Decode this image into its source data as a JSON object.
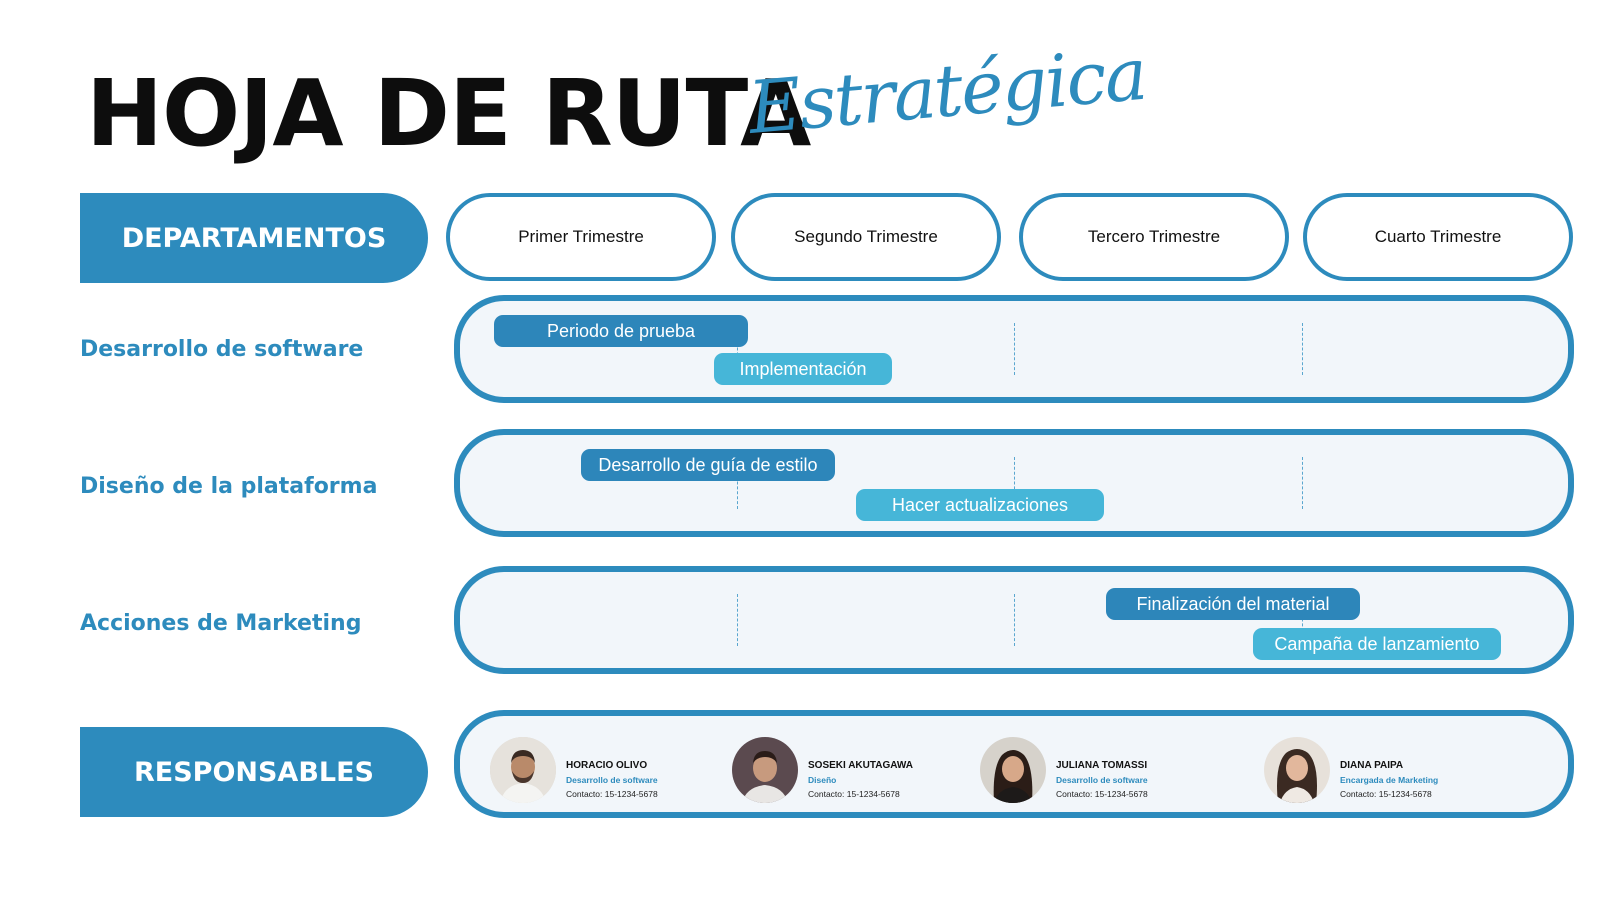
{
  "title": {
    "main": "HOJA DE RUTA",
    "script": "Estratégica"
  },
  "labels": {
    "departments": "DEPARTAMENTOS",
    "responsibles": "RESPONSABLES"
  },
  "quarters": [
    "Primer Trimestre",
    "Segundo Trimestre",
    "Tercero Trimestre",
    "Cuarto Trimestre"
  ],
  "departments": [
    {
      "name": "Desarrollo de software",
      "tasks": [
        "Periodo de prueba",
        "Implementación"
      ]
    },
    {
      "name": "Diseño de la plataforma",
      "tasks": [
        "Desarrollo de guía de estilo",
        "Hacer actualizaciones"
      ]
    },
    {
      "name": "Acciones de Marketing",
      "tasks": [
        "Finalización del material",
        "Campaña de lanzamiento"
      ]
    }
  ],
  "people": [
    {
      "name": "HORACIO OLIVO",
      "role": "Desarrollo de software",
      "contact": "Contacto: 15-1234-5678",
      "avatar": "avatar-man-beard"
    },
    {
      "name": "SOSEKI AKUTAGAWA",
      "role": "Diseño",
      "contact": "Contacto: 15-1234-5678",
      "avatar": "avatar-man-short-hair"
    },
    {
      "name": "JULIANA TOMASSI",
      "role": "Desarrollo de software",
      "contact": "Contacto: 15-1234-5678",
      "avatar": "avatar-woman-dark-hair"
    },
    {
      "name": "DIANA PAIPA",
      "role": "Encargada de Marketing",
      "contact": "Contacto: 15-1234-5678",
      "avatar": "avatar-woman-long-hair"
    }
  ],
  "colors": {
    "primary": "#2d8bbd",
    "task_dark": "#2d86ba",
    "task_light": "#46b6d8",
    "row_bg": "#f2f6fa"
  }
}
